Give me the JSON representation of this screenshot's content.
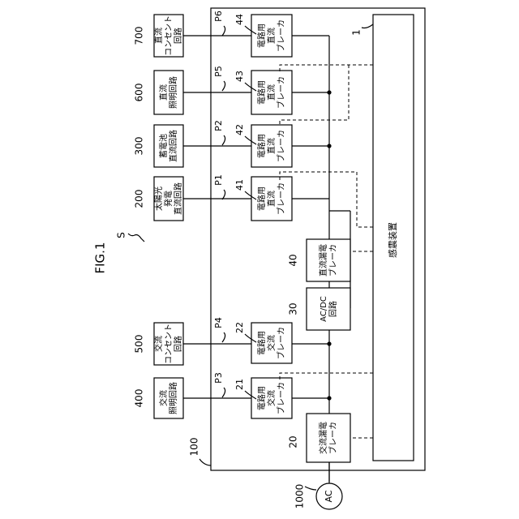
{
  "figure": {
    "title": "FIG.1",
    "system_ref": "S",
    "housing_ref": "100",
    "sensor_ref": "1",
    "sensor_label": "感震装置",
    "ac_source": {
      "ref": "1000",
      "label": "AC"
    },
    "ac_leakage_breaker": {
      "ref": "20",
      "lines": [
        "交流漏電",
        "ブレーカ"
      ]
    },
    "acdc": {
      "ref": "30",
      "lines": [
        "AC/DC",
        "回路"
      ]
    },
    "dc_leakage_breaker": {
      "ref": "40",
      "lines": [
        "直流漏電",
        "ブレーカ"
      ]
    },
    "breakers": [
      {
        "ref": "21",
        "port": "P3",
        "lines": [
          "電路用",
          "交流",
          "ブレーカ"
        ]
      },
      {
        "ref": "22",
        "port": "P4",
        "lines": [
          "電路用",
          "交流",
          "ブレーカ"
        ]
      },
      {
        "ref": "41",
        "port": "P1",
        "lines": [
          "電路用",
          "直流",
          "ブレーカ"
        ]
      },
      {
        "ref": "42",
        "port": "P2",
        "lines": [
          "電路用",
          "直流",
          "ブレーカ"
        ]
      },
      {
        "ref": "43",
        "port": "P5",
        "lines": [
          "電路用",
          "直流",
          "ブレーカ"
        ]
      },
      {
        "ref": "44",
        "port": "P6",
        "lines": [
          "電路用",
          "直流",
          "ブレーカ"
        ]
      }
    ],
    "circuits": [
      {
        "ref": "400",
        "lines": [
          "交流",
          "照明回路"
        ]
      },
      {
        "ref": "500",
        "lines": [
          "交流",
          "コンセント",
          "回路"
        ]
      },
      {
        "ref": "200",
        "lines": [
          "太陽光",
          "発電",
          "直流回路"
        ]
      },
      {
        "ref": "300",
        "lines": [
          "蓄電池",
          "直流回路"
        ]
      },
      {
        "ref": "600",
        "lines": [
          "直流",
          "照明回路"
        ]
      },
      {
        "ref": "700",
        "lines": [
          "直流",
          "コンセント",
          "回路"
        ]
      }
    ]
  }
}
